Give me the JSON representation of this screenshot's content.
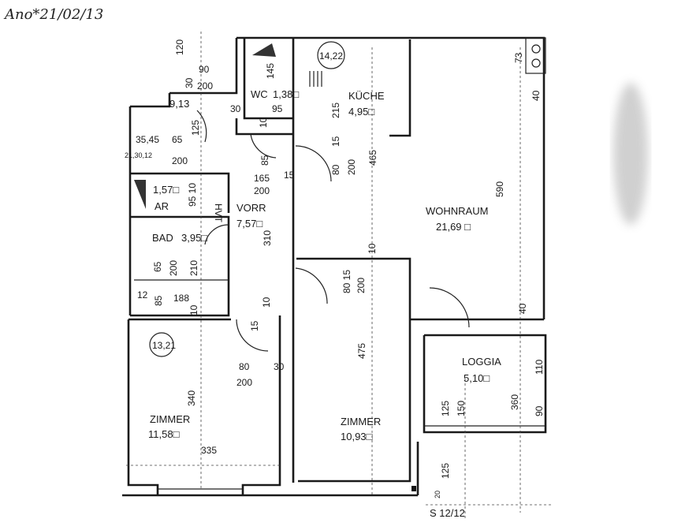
{
  "handwritten_note": "Ano*21/02/13",
  "rooms": {
    "kitchen": {
      "name": "KÜCHE",
      "area": "4,95□"
    },
    "living": {
      "name": "WOHNRAUM",
      "area": "21,69 □"
    },
    "hall": {
      "name": "VORR",
      "area": "7,57□"
    },
    "wc": {
      "name": "WC",
      "area": "1,38□"
    },
    "bath": {
      "name": "BAD",
      "area": "3,95□"
    },
    "storage": {
      "name": "AR",
      "area": "1,57□"
    },
    "room1": {
      "name": "ZIMMER",
      "area": "11,58□"
    },
    "room2": {
      "name": "ZIMMER",
      "area": "10,93□"
    },
    "loggia": {
      "name": "LOGGIA",
      "area": "5,10□"
    }
  },
  "circled": [
    "13,21",
    "14,22"
  ],
  "level_mark": "9,13",
  "stair_mark": "S 12/12",
  "hvt_label": "HVT",
  "dims": [
    "90",
    "200",
    "120",
    "30",
    "125",
    "35,45",
    "65",
    "200",
    "21,30,12",
    "95",
    "145",
    "10",
    "85",
    "165",
    "200",
    "15",
    "215",
    "80",
    "200",
    "465",
    "15",
    "310",
    "95 10",
    "65",
    "200",
    "210",
    "188",
    "85",
    "12",
    "10",
    "80 15",
    "200",
    "10",
    "15",
    "80",
    "200",
    "30",
    "340",
    "335",
    "475",
    "110",
    "360",
    "90",
    "125",
    "150",
    "125",
    "40",
    "590",
    "73",
    "40",
    "10",
    "20",
    "30"
  ]
}
